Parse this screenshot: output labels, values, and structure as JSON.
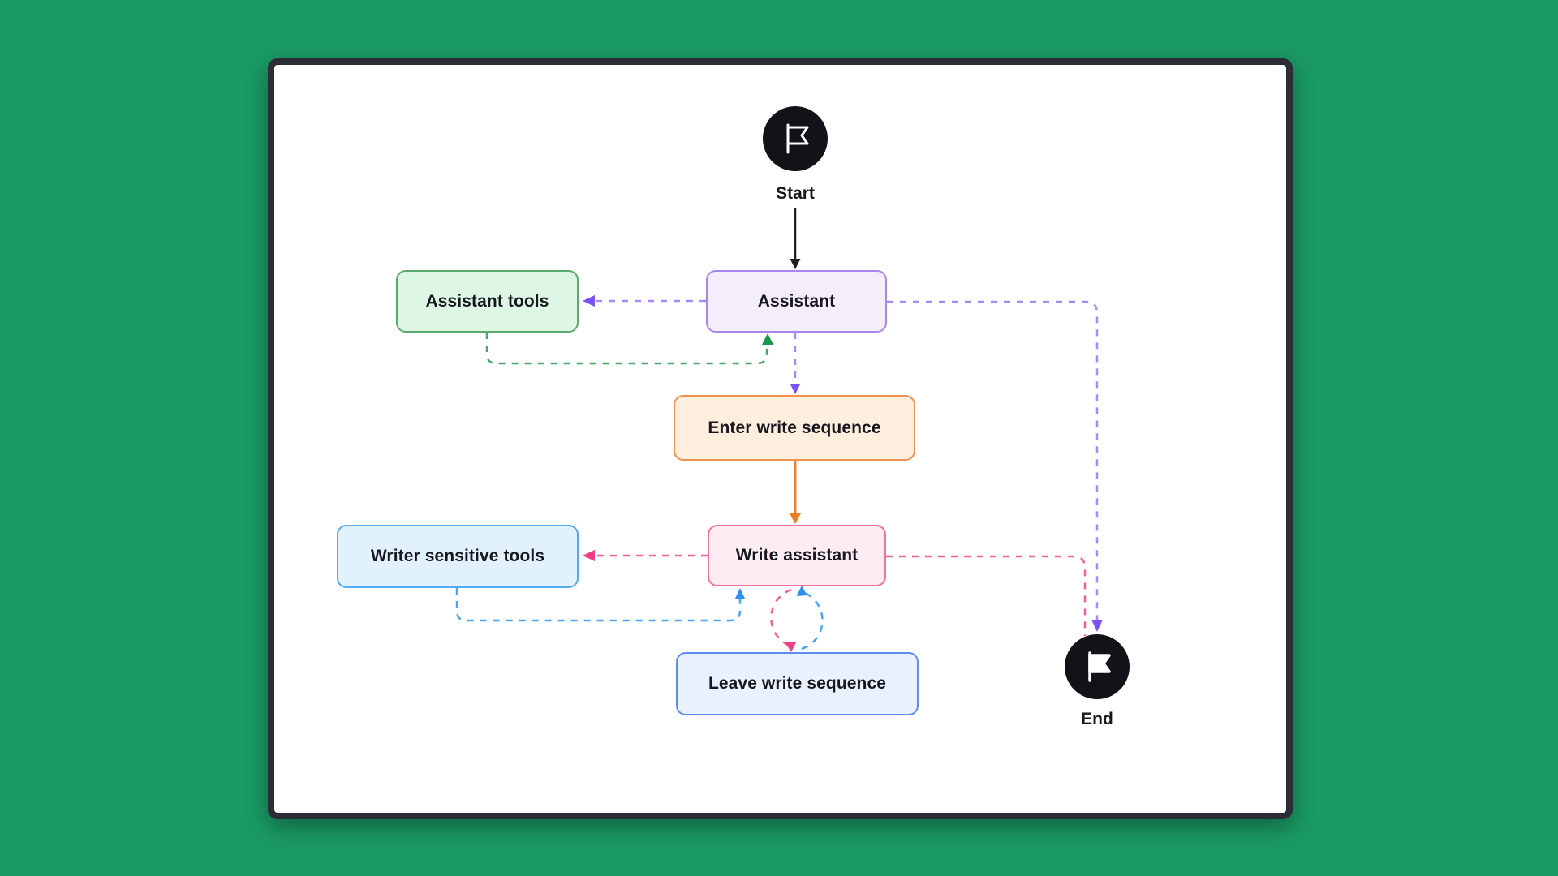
{
  "page": {
    "background_color": "#1a9a64"
  },
  "card": {
    "background_color": "#ffffff",
    "border_color": "#2b2e36"
  },
  "diagram": {
    "type": "flowchart",
    "direction": "top-down",
    "nodes": {
      "start": {
        "label": "Start",
        "shape": "circle",
        "fill": "#121218",
        "icon": "flag-outline-icon"
      },
      "assistant": {
        "label": "Assistant",
        "fill": "#f4eefc",
        "border": "#ab85ee"
      },
      "assistant_tools": {
        "label": "Assistant tools",
        "fill": "#def6e4",
        "border": "#5aa96d"
      },
      "enter_write_sequence": {
        "label": "Enter write sequence",
        "fill": "#fdeede",
        "border": "#f0914d"
      },
      "write_assistant": {
        "label": "Write assistant",
        "fill": "#fdecf2",
        "border": "#f0709e"
      },
      "writer_sensitive_tools": {
        "label": "Writer sensitive tools",
        "fill": "#e2f2fd",
        "border": "#54abf2"
      },
      "leave_write_sequence": {
        "label": "Leave write sequence",
        "fill": "#e9f1fd",
        "border": "#5b8cf2"
      },
      "end": {
        "label": "End",
        "shape": "circle",
        "fill": "#121218",
        "icon": "flag-filled-icon"
      }
    },
    "colors": {
      "purple_line": "#a78bfa",
      "purple_arrow": "#7c53f2",
      "green_line": "#47a969",
      "green_arrow": "#17984a",
      "orange_line": "#ef8435",
      "orange_arrow": "#ee7a21",
      "pink_line": "#f0609c",
      "pink_arrow": "#ee3f88",
      "blue_line": "#4aa5f5",
      "blue_arrow": "#2f8ef0",
      "black_line": "#1d1d26",
      "node_icon": "#ffffff"
    },
    "edges": [
      {
        "from": "Start",
        "to": "Assistant",
        "style": "solid",
        "color": "#1d1d26"
      },
      {
        "from": "Assistant",
        "to": "Assistant tools",
        "style": "dashed",
        "color": "#a78bfa"
      },
      {
        "from": "Assistant tools",
        "to": "Assistant",
        "style": "dashed",
        "color": "#47a969"
      },
      {
        "from": "Assistant",
        "to": "Enter write sequence",
        "style": "dashed",
        "color": "#a78bfa"
      },
      {
        "from": "Enter write sequence",
        "to": "Write assistant",
        "style": "solid",
        "color": "#ef8435"
      },
      {
        "from": "Write assistant",
        "to": "Writer sensitive tools",
        "style": "dashed",
        "color": "#f0609c"
      },
      {
        "from": "Writer sensitive tools",
        "to": "Write assistant",
        "style": "dashed",
        "color": "#4aa5f5"
      },
      {
        "from": "Write assistant",
        "to": "Leave write sequence",
        "style": "dashed",
        "color": "#f0609c"
      },
      {
        "from": "Leave write sequence",
        "to": "Write assistant",
        "style": "dashed",
        "color": "#4aa5f5"
      },
      {
        "from": "Assistant",
        "to": "End",
        "style": "dashed",
        "color": "#a78bfa"
      },
      {
        "from": "Write assistant",
        "to": "End",
        "style": "dashed",
        "color": "#f0609c"
      }
    ]
  }
}
